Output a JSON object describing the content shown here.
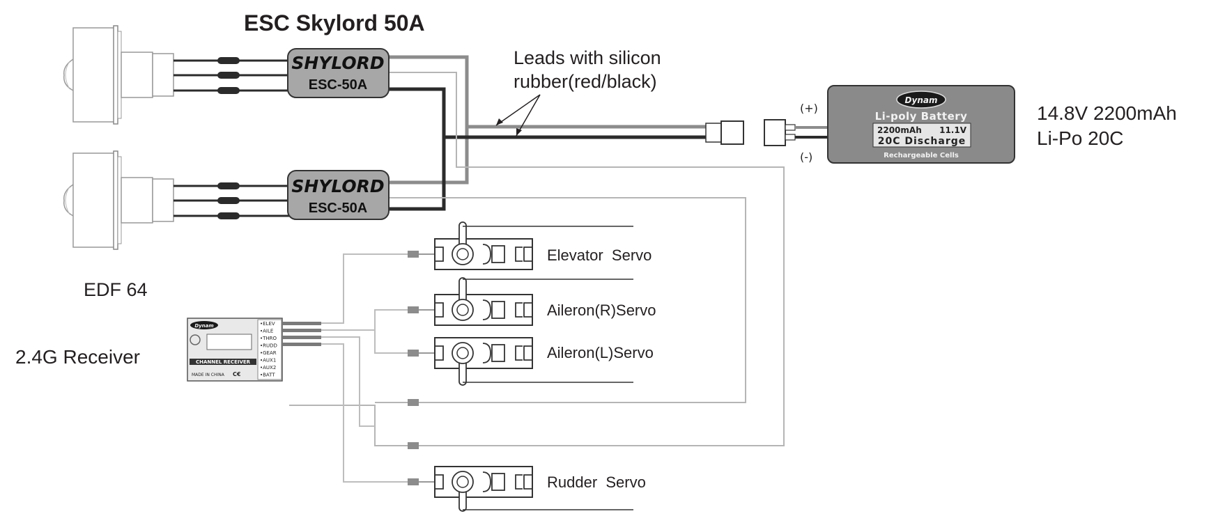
{
  "title": "ESC Skylord 50A",
  "leads_label": {
    "line1": "Leads with silicon",
    "line2": "rubber(red/black)"
  },
  "esc": {
    "brand": "SHYLORD",
    "model": "ESC-50A"
  },
  "edf_label": "EDF 64",
  "receiver": {
    "label": "2.4G  Receiver",
    "brand": "Dynam",
    "type_text": "CHANNEL RECEIVER",
    "made_in": "MADE IN CHINA",
    "channels": [
      "ELEV",
      "AILE",
      "THRO",
      "RUDD",
      "GEAR",
      "AUX1",
      "AUX2",
      "BATT"
    ]
  },
  "servos": {
    "elevator": "Elevator  Servo",
    "aileron_r": "Aileron(R)Servo",
    "aileron_l": "Aileron(L)Servo",
    "rudder": "Rudder  Servo"
  },
  "battery": {
    "brand": "Dynam",
    "title": "Li-poly Battery",
    "capacity": "2200mAh",
    "voltage": "11.1V",
    "discharge": "20C Discharge",
    "footer": "Rechargeable Cells",
    "plus": "(+)",
    "minus": "(-)",
    "spec_line1": "14.8V 2200mAh",
    "spec_line2": "Li-Po  20C"
  },
  "colors": {
    "wire_dark": "#2b2b2b",
    "wire_mid": "#8c8c8c",
    "wire_light": "#b5b5b5",
    "esc_fill": "#a7a7a7",
    "battery_fill": "#8a8a8a",
    "servo_lead": "#bdbdbd"
  }
}
